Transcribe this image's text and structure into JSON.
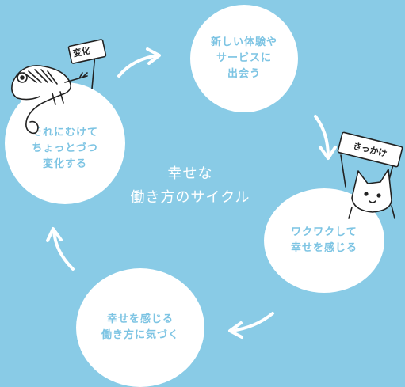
{
  "center": {
    "line1": "幸せな",
    "line2": "働き方のサイクル"
  },
  "nodes": {
    "top": {
      "line1": "新しい体験や",
      "line2": "サービスに",
      "line3": "出会う"
    },
    "right": {
      "line1": "ワクワクして",
      "line2": "幸せを感じる"
    },
    "bottom": {
      "line1": "幸せを感じる",
      "line2": "働き方に気づく"
    },
    "left": {
      "line1": "それにむけて",
      "line2": "ちょっとづつ",
      "line3": "変化する"
    }
  },
  "signs": {
    "chameleon": "変化",
    "cat": "きっかけ"
  },
  "colors": {
    "background": "#89cbe6",
    "node": "#ffffff",
    "node_text": "#7dc4e3",
    "center_text": "#ffffff"
  },
  "icons": [
    "chameleon-illustration",
    "cat-illustration",
    "arrow-icon"
  ]
}
